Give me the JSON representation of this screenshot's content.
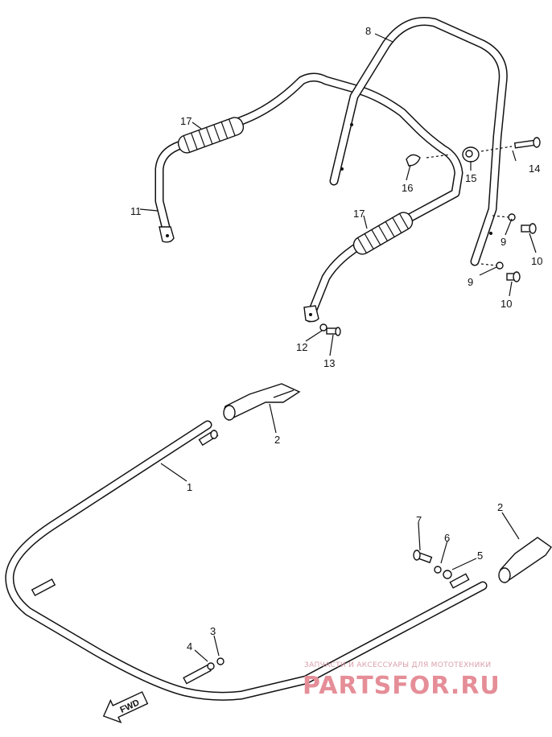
{
  "labels": {
    "p1": "1",
    "p2a": "2",
    "p2b": "2",
    "p3": "3",
    "p4": "4",
    "p5": "5",
    "p6": "6",
    "p7": "7",
    "p8": "8",
    "p9a": "9",
    "p9b": "9",
    "p10a": "10",
    "p10b": "10",
    "p11": "11",
    "p12": "12",
    "p13": "13",
    "p14": "14",
    "p15": "15",
    "p16": "16",
    "p17a": "17",
    "p17b": "17"
  },
  "fwd_arrow": "FWD",
  "watermark": {
    "tagline": "ЗАПЧАСТИ И АКСЕССУАРЫ ДЛЯ МОТОТЕХНИКИ",
    "brand": "PARTSFOR.RU"
  }
}
